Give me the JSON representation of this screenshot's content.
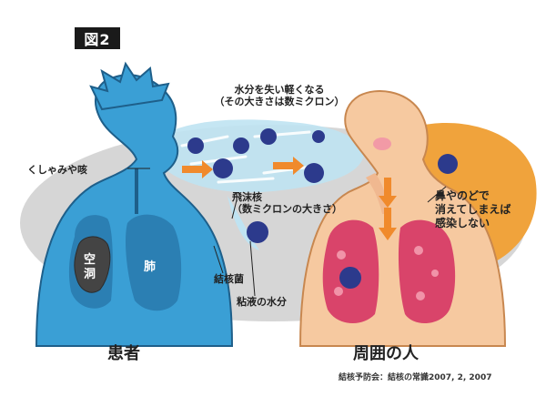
{
  "figure_label": "図2",
  "caption": {
    "line1": "水分を失い軽くなる",
    "line2": "（その大きさは数ミクロン）"
  },
  "labels": {
    "sneeze_cough": "くしゃみや咳",
    "droplet_nucleus": "飛沫核",
    "droplet_nucleus_size": "（数ミクロンの大きさ）",
    "tb_bacteria": "結核菌",
    "mucus_water": "粘液の水分",
    "cavity_line1": "空",
    "cavity_line2": "洞",
    "lung": "肺",
    "nose_throat_line1": "鼻やのどで",
    "nose_throat_line2": "消えてしまえば",
    "nose_throat_line3": "感染しない"
  },
  "persons": {
    "patient": "患者",
    "people_around": "周囲の人"
  },
  "source": "結核予防会：結核の常識2007, 2, 2007",
  "colors": {
    "patient_body": "#3a9fd5",
    "patient_lung": "#2b7fb3",
    "patient_outline": "#1e5f8a",
    "person_skin": "#f6c9a0",
    "person_outline": "#c8874f",
    "person_lung": "#d9446a",
    "background_ellipse": "#d6d6d6",
    "orange_blob": "#f0a33c",
    "spray": "#bfe3f2",
    "germ": "#2c3a8c",
    "arrow": "#f08a2c"
  }
}
